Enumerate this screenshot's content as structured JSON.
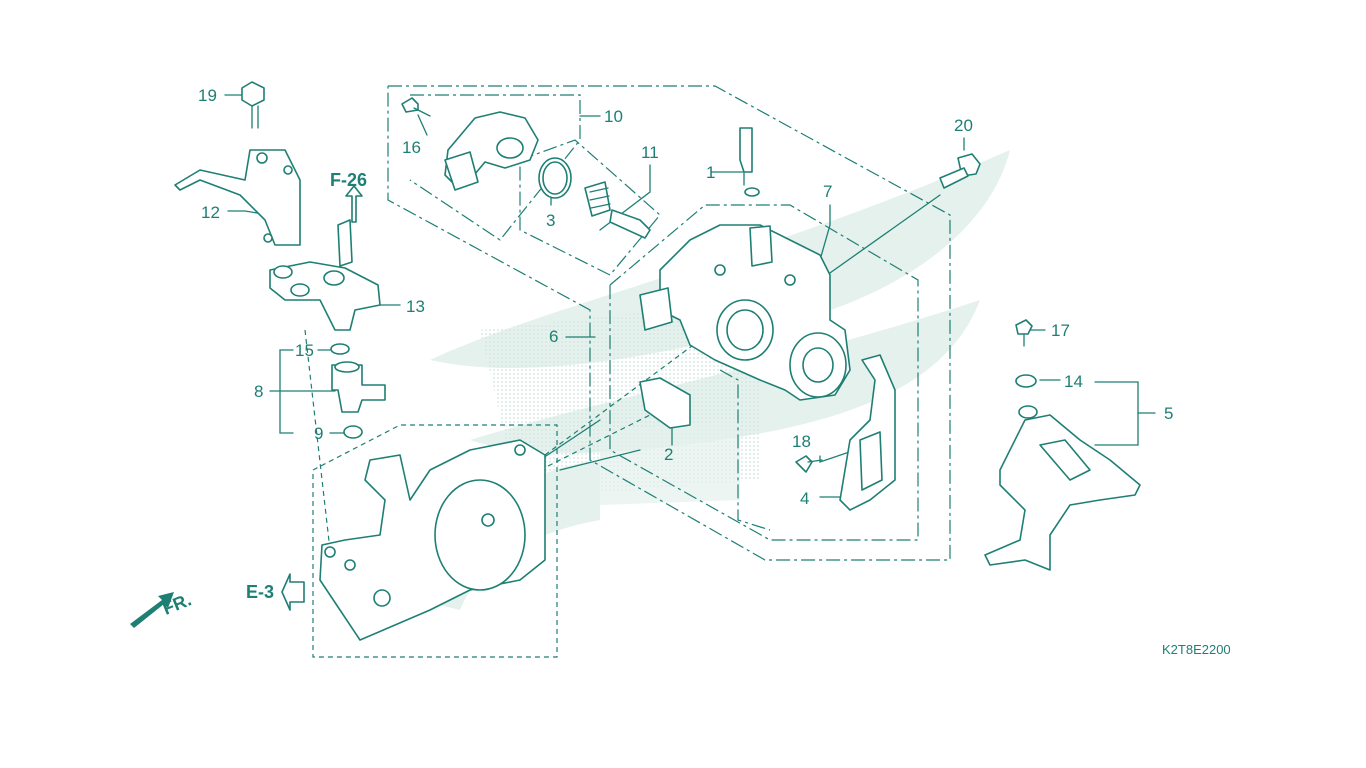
{
  "diagram": {
    "code": "K2T8E2200",
    "fr_label": "FR.",
    "refs": {
      "f26": "F-26",
      "e3": "E-3"
    },
    "callouts": [
      "1",
      "2",
      "3",
      "4",
      "5",
      "6",
      "7",
      "8",
      "9",
      "10",
      "11",
      "12",
      "13",
      "14",
      "15",
      "16",
      "17",
      "18",
      "19",
      "20"
    ],
    "colors": {
      "line": "#1e7f74",
      "watermark": "#e4f1ec",
      "background": "#ffffff"
    }
  }
}
